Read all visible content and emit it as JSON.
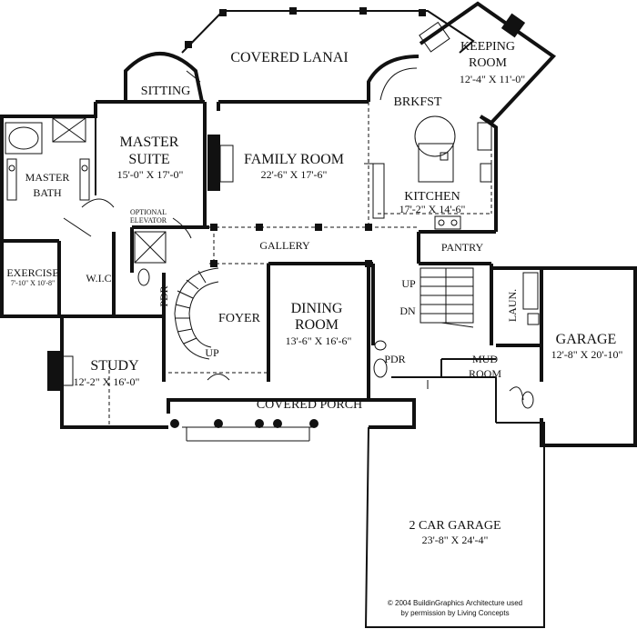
{
  "rooms": {
    "covered_lanai": "COVERED LANAI",
    "keeping_room": {
      "name_line1": "KEEPING",
      "name_line2": "ROOM",
      "dims": "12'-4\" X 11'-0\""
    },
    "sitting": "SITTING",
    "brkfst": "BRKFST",
    "master_suite": {
      "name_line1": "MASTER",
      "name_line2": "SUITE",
      "dims": "15'-0\" X 17'-0\""
    },
    "family_room": {
      "name": "FAMILY ROOM",
      "dims": "22'-6\" X 17'-6\""
    },
    "master_bath": {
      "name_line1": "MASTER",
      "name_line2": "BATH"
    },
    "kitchen": {
      "name": "KITCHEN",
      "dims": "17'-2\" X 14'-6\""
    },
    "optional_elevator": {
      "line1": "OPTIONAL",
      "line2": "ELEVATOR"
    },
    "gallery": "GALLERY",
    "pantry": "PANTRY",
    "exercise": {
      "name": "EXERCISE",
      "dims": "7'-10\" X 10'-8\""
    },
    "wic": "W.I.C.",
    "pdr_left": "PDR",
    "foyer": "FOYER",
    "dining_room": {
      "name_line1": "DINING",
      "name_line2": "ROOM",
      "dims": "13'-6\" X 16'-6\""
    },
    "laun": "LAUN.",
    "garage": {
      "name": "GARAGE",
      "dims": "12'-8\" X 20'-10\""
    },
    "study": {
      "name": "STUDY",
      "dims": "12'-2\" X 16'-0\""
    },
    "pdr_right": "PDR",
    "mud_room": {
      "name_line1": "MUD",
      "name_line2": "ROOM"
    },
    "covered_porch": "COVERED PORCH",
    "two_car_garage": {
      "name": "2 CAR GARAGE",
      "dims": "23'-8\" X 24'-4\""
    }
  },
  "stairs": {
    "up_main": "UP",
    "up_rear": "UP",
    "dn_rear": "DN"
  },
  "credit": {
    "line1": "© 2004 BuildinGraphics Architecture used",
    "line2": "by permission by Living Concepts"
  }
}
